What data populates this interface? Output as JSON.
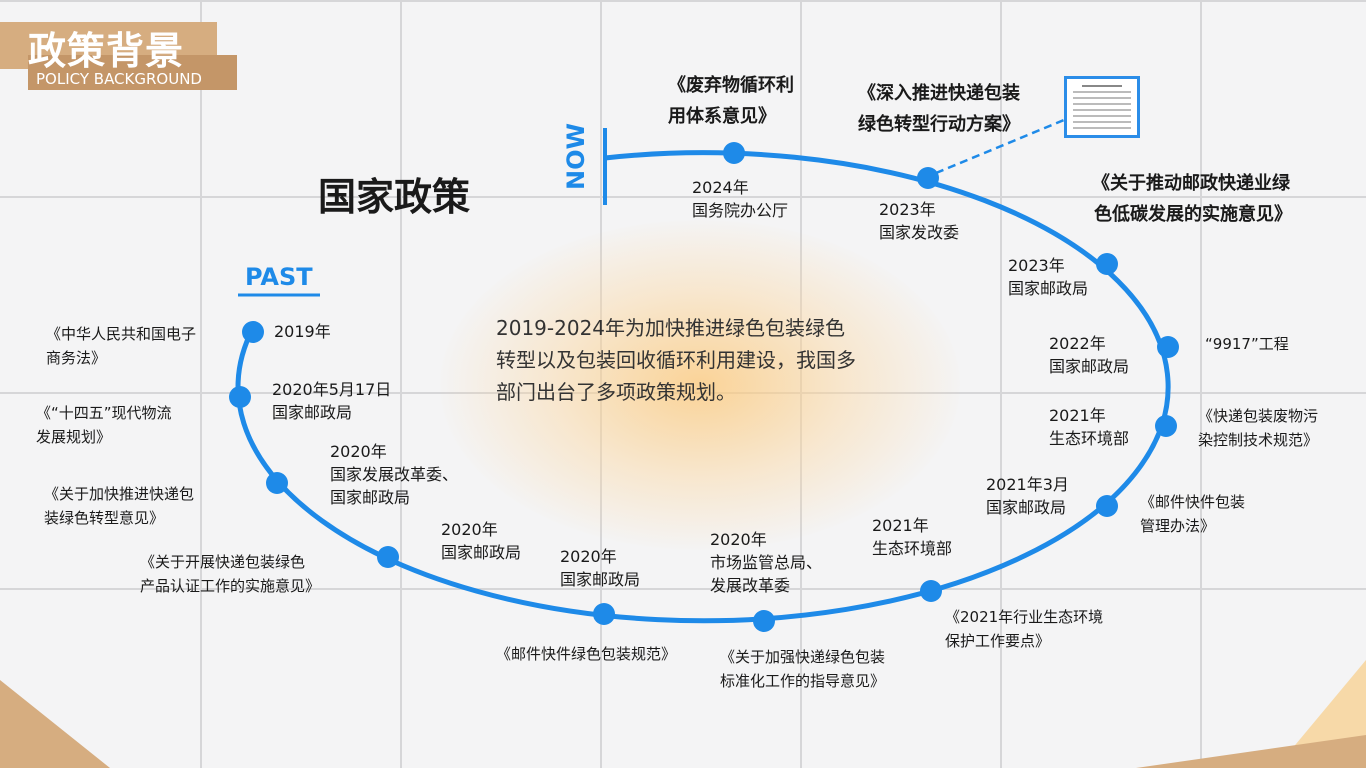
{
  "header": {
    "title_cn": "政策背景",
    "title_en": "POLICY BACKGROUND"
  },
  "section_title": "国家政策",
  "markers": {
    "now": "NOW",
    "past": "PAST"
  },
  "summary": "2019-2024年为加快推进绿色包装绿色转型以及包装回收循环利用建设，我国多部门出台了多项政策规划。",
  "summary_lines": [
    "2019-2024年为加快推进绿色包装绿色",
    "转型以及包装回收循环利用建设，我国多",
    "部门出台了多项政策规划。"
  ],
  "colors": {
    "timeline": "#1e8ae8",
    "accent": "#d6ad80"
  },
  "events": [
    {
      "date": "2024年",
      "agency": "国务院办公厅",
      "doc": [
        "《废弃物循环利",
        "用体系意见》"
      ]
    },
    {
      "date": "2023年",
      "agency": "国家发改委",
      "doc": [
        "《深入推进快递包装",
        "绿色转型行动方案》"
      ]
    },
    {
      "date": "2023年",
      "agency": "国家邮政局",
      "doc": [
        "《关于推动邮政快递业绿",
        "色低碳发展的实施意见》"
      ]
    },
    {
      "date": "2022年",
      "agency": "国家邮政局",
      "doc": [
        "“9917”工程"
      ]
    },
    {
      "date": "2021年",
      "agency": "生态环境部",
      "doc": [
        "《快递包装废物污",
        "染控制技术规范》"
      ]
    },
    {
      "date": "2021年3月",
      "agency": "国家邮政局",
      "doc": [
        "《邮件快件包装",
        "管理办法》"
      ]
    },
    {
      "date": "2021年",
      "agency": "生态环境部",
      "doc": [
        "《2021年行业生态环境",
        "保护工作要点》"
      ]
    },
    {
      "date": "2020年",
      "agency": [
        "市场监管总局、",
        "发展改革委"
      ],
      "doc": [
        "《关于加强快递绿色包装",
        "标准化工作的指导意见》"
      ]
    },
    {
      "date": "2020年",
      "agency": "国家邮政局",
      "doc": [
        "《邮件快件绿色包装规范》"
      ]
    },
    {
      "date": "2020年",
      "agency": "国家邮政局",
      "doc": [
        "《关于开展快递包装绿色",
        "产品认证工作的实施意见》"
      ]
    },
    {
      "date": "2020年",
      "agency": [
        "国家发展改革委、",
        "国家邮政局"
      ],
      "doc": [
        "《关于加快推进快递包",
        "装绿色转型意见》"
      ]
    },
    {
      "date": "2020年5月17日",
      "agency": "国家邮政局",
      "doc": [
        "《“十四五”现代物流",
        "发展规划》"
      ]
    },
    {
      "date": "2019年",
      "agency": "",
      "doc": [
        "《中华人民共和国电子",
        "商务法》"
      ]
    }
  ]
}
